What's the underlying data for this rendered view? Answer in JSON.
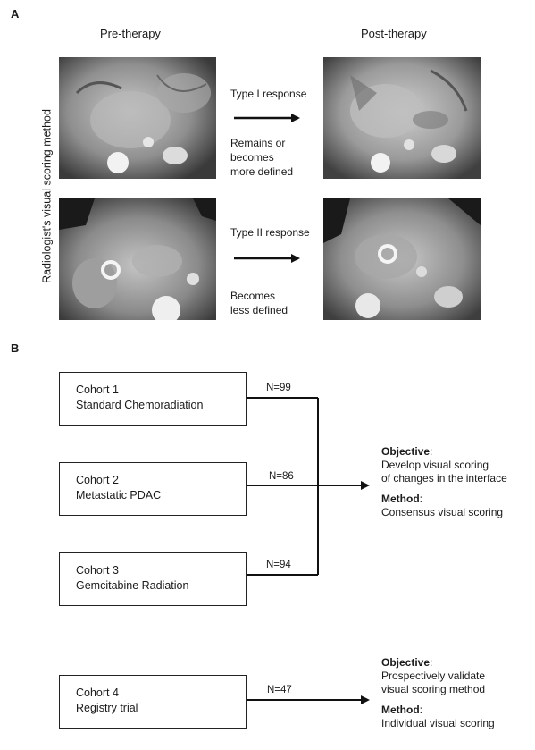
{
  "panel_a": {
    "label": "A",
    "pre_title": "Pre-therapy",
    "post_title": "Post-therapy",
    "side_label": "Radiologist's visual scoring method",
    "type1": {
      "response": "Type I response",
      "line1": "Remains or",
      "line2": "becomes",
      "line3": "more defined"
    },
    "type2": {
      "response": "Type II response",
      "line1": "Becomes",
      "line2": "less defined"
    }
  },
  "panel_b": {
    "label": "B",
    "cohorts": [
      {
        "name": "Cohort 1",
        "desc": "Standard Chemoradiation",
        "n": "N=99"
      },
      {
        "name": "Cohort 2",
        "desc": "Metastatic PDAC",
        "n": "N=86"
      },
      {
        "name": "Cohort 3",
        "desc": "Gemcitabine Radiation",
        "n": "N=94"
      },
      {
        "name": "Cohort 4",
        "desc": "Registry trial",
        "n": "N=47"
      }
    ],
    "group1": {
      "objective_label": "Objective",
      "objective_line1": "Develop visual scoring",
      "objective_line2": "of changes in the interface",
      "method_label": "Method",
      "method_text": "Consensus visual scoring"
    },
    "group2": {
      "objective_label": "Objective",
      "objective_line1": "Prospectively validate",
      "objective_line2": "visual scoring method",
      "method_label": "Method",
      "method_text": "Individual visual scoring"
    }
  }
}
